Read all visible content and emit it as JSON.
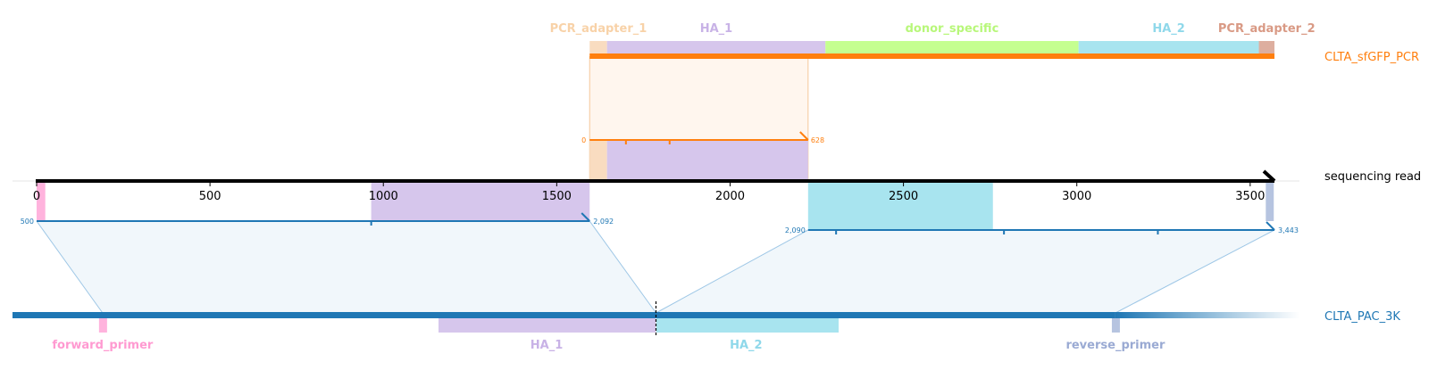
{
  "read": {
    "name": "sequencing read",
    "length": 3570,
    "ticks": [
      "0",
      "500",
      "1000",
      "1500",
      "2000",
      "2500",
      "3000",
      "3500"
    ],
    "tick_values": [
      0,
      500,
      1000,
      1500,
      2000,
      2500,
      3000,
      3500
    ],
    "features": [
      {
        "name": "forward_primer_mark",
        "start": 0,
        "end": 25,
        "color": "#ffb3dd"
      },
      {
        "name": "HA_1_mark",
        "start": 965,
        "end": 1595,
        "color": "#d6c6ec"
      },
      {
        "name": "HA_2_mark",
        "start": 2225,
        "end": 2758,
        "color": "#a8e4ef"
      },
      {
        "name": "reverse_primer_mark",
        "start": 3545,
        "end": 3568,
        "color": "#b6c4e0"
      }
    ]
  },
  "pcr": {
    "name": "CLTA_sfGFP_PCR",
    "color": "#ff7f0e",
    "read_start": 1595,
    "read_end": 3570,
    "features": [
      {
        "name": "PCR_adapter_1",
        "start": 1595,
        "end": 1645,
        "color": "#f9dcc0",
        "label_color": "#f8d2a8"
      },
      {
        "name": "HA_1",
        "start": 1645,
        "end": 2275,
        "color": "#d6c6ec",
        "label_color": "#c8b2e6"
      },
      {
        "name": "donor_specific",
        "start": 2275,
        "end": 3005,
        "color": "#c5ff90",
        "label_color": "#b8f77a"
      },
      {
        "name": "HA_2",
        "start": 3005,
        "end": 3525,
        "color": "#a8e4ef",
        "label_color": "#8fd8ea"
      },
      {
        "name": "PCR_adapter_2",
        "start": 3525,
        "end": 3570,
        "color": "#ddae9f",
        "label_color": "#d99a85"
      }
    ],
    "alignment": {
      "read_start": 1595,
      "read_end": 2225,
      "start_label": "0",
      "end_label": "628"
    }
  },
  "genome": {
    "name": "CLTA_PAC_3K",
    "color": "#1f77b4",
    "features": [
      {
        "name": "forward_primer",
        "pos": 0.07,
        "color": "#ffb3dd",
        "label_color": "#ff9ad1"
      },
      {
        "name": "HA_1",
        "pos": 0.415,
        "color": "#d6c6ec",
        "label_color": "#c8b2e6"
      },
      {
        "name": "HA_2",
        "pos": 0.57,
        "color": "#a8e4ef",
        "label_color": "#8fd8ea"
      },
      {
        "name": "reverse_primer",
        "pos": 0.857,
        "color": "#b6c4e0",
        "label_color": "#9aaad3"
      }
    ],
    "cut_pos": 0.5,
    "alignments": [
      {
        "read_start": 0,
        "read_end": 1595,
        "start_label": "500",
        "end_label": "2,092"
      },
      {
        "read_start": 2225,
        "read_end": 3570,
        "start_label": "2,090",
        "end_label": "3,443"
      }
    ]
  }
}
